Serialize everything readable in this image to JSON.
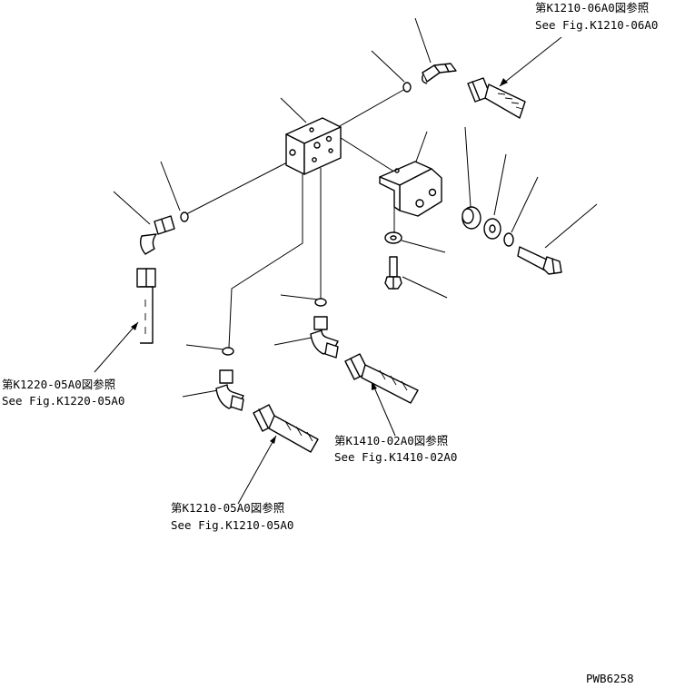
{
  "references": {
    "top_right": {
      "jp": "第K1210-06A0図参照",
      "en": "See Fig.K1210-06A0"
    },
    "left": {
      "jp": "第K1220-05A0図参照",
      "en": "See Fig.K1220-05A0"
    },
    "center_right": {
      "jp": "第K1410-02A0図参照",
      "en": "See Fig.K1410-02A0"
    },
    "bottom_center": {
      "jp": "第K1210-05A0図参照",
      "en": "See Fig.K1210-05A0"
    }
  },
  "drawing_code": "PWB6258"
}
